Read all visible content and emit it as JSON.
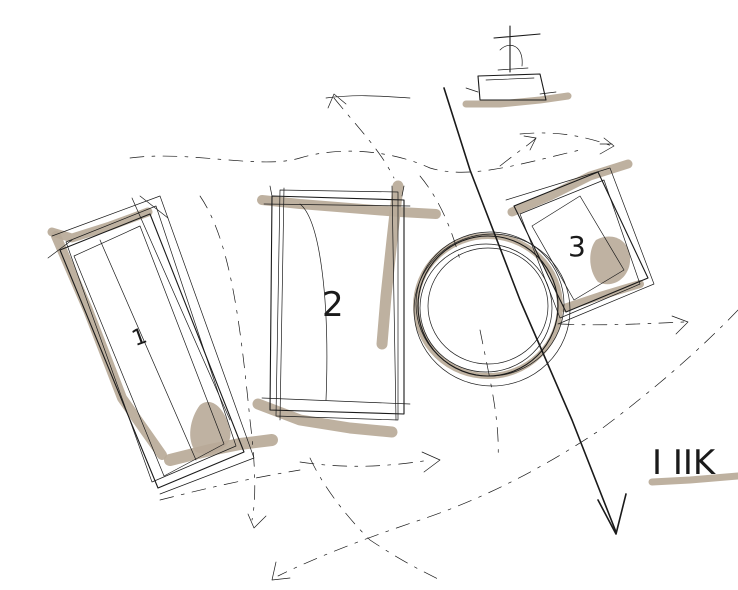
{
  "sketch": {
    "labels": {
      "area_1": "1",
      "area_2": "2",
      "area_3": "3",
      "edge_text": "I IIK"
    },
    "colors": {
      "ink": "#1a1a1a",
      "shade": "#b8aa98",
      "background": "#ffffff"
    }
  }
}
